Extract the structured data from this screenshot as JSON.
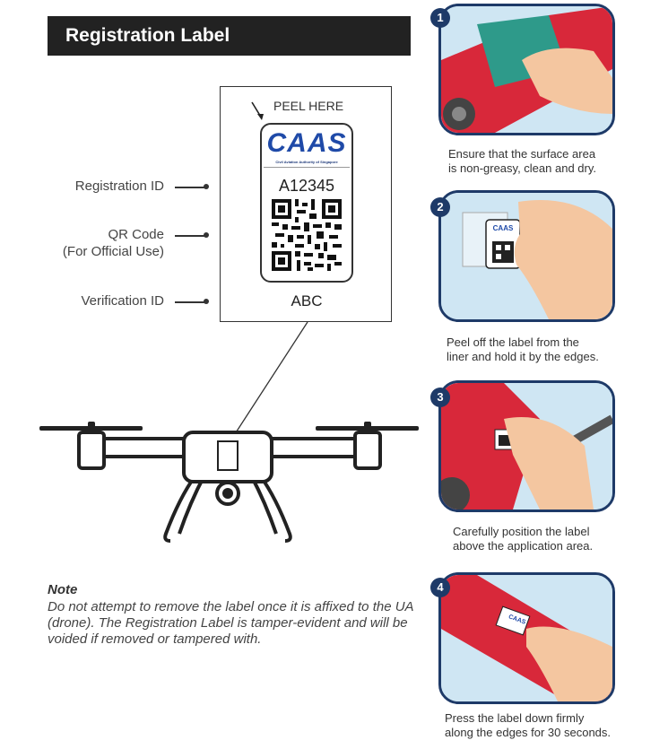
{
  "header": {
    "title": "Registration Label"
  },
  "label": {
    "peel_here": "PEEL HERE",
    "logo_text": "CAAS",
    "logo_subtitle": "Civil Aviation Authority of Singapore",
    "registration_id_value": "A12345",
    "verification_id_value": "ABC"
  },
  "callouts": {
    "registration_id": "Registration ID",
    "qr_code_line1": "QR Code",
    "qr_code_line2": "(For Official Use)",
    "verification_id": "Verification ID"
  },
  "note": {
    "title": "Note",
    "body": "Do not attempt to remove the label once it is affixed to the UA (drone). The Registration Label is tamper-evident and will be voided if removed or tampered with."
  },
  "steps": [
    {
      "number": "1",
      "caption_line1": "Ensure that the surface area",
      "caption_line2": "is non-greasy, clean and dry."
    },
    {
      "number": "2",
      "caption_line1": "Peel off the label from the",
      "caption_line2": "liner and hold it by the edges."
    },
    {
      "number": "3",
      "caption_line1": "Carefully position the label",
      "caption_line2": "above the application area."
    },
    {
      "number": "4",
      "caption_line1": "Press the label down firmly",
      "caption_line2": "along the edges for 30 seconds."
    }
  ],
  "colors": {
    "header_bg": "#222222",
    "panel_border": "#1e3a68",
    "panel_bg": "#cfe6f3",
    "drone_red": "#d8283a",
    "caas_blue": "#1f4aa8",
    "caas_purple": "#8a3d8f",
    "skin": "#f4c6a0"
  }
}
